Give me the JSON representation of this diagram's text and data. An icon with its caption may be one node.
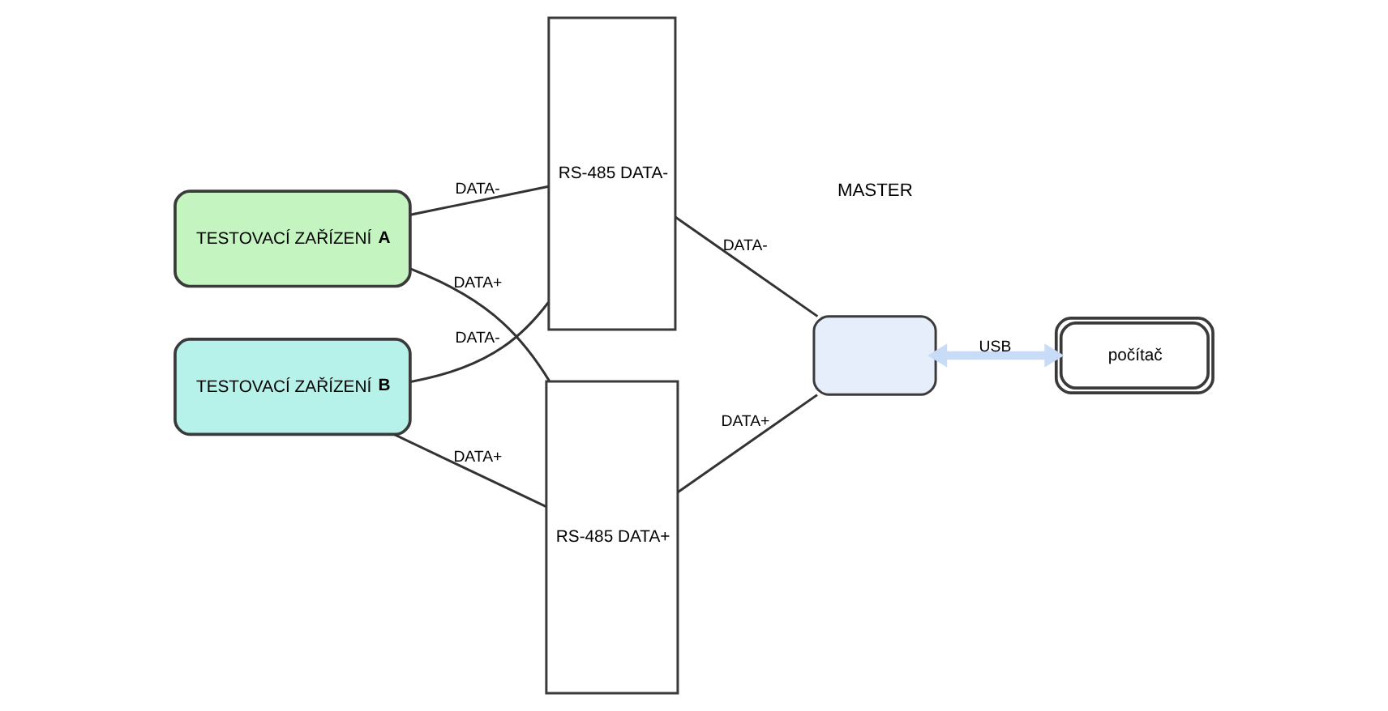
{
  "diagram": {
    "nodes": [
      {
        "text": [
          "TESTOVACÍ ZAŘÍZENÍ **A**"
        ]
      },
      {
        "text": [],
        "shape": "box"
      },
      {
        "text": [
          "počítač"
        ]
      },
      {
        "text": [
          "TESTOVACÍ ZAŘÍZENÍ **B**"
        ]
      },
      {
        "text": [
          "RS-485 DATA-"
        ]
      },
      {
        "text": [
          "RS-485 DATA+"
        ]
      }
    ],
    "edges": [
      {
        "from": 0,
        "to": 5,
        "arrow": "none",
        "label": "DATA+"
      },
      {
        "from": 0,
        "to": 4,
        "arrow": "none",
        "label": "DATA-"
      },
      {
        "from": 5,
        "to": 1,
        "arrow": "none",
        "label": "DATA+"
      },
      {
        "from": 4,
        "to": 1,
        "arrow": "none",
        "label": "DATA-"
      },
      {
        "from": 3,
        "to": 5,
        "arrow": "none",
        "label": "DATA+"
      },
      {
        "from": 3,
        "to": 4,
        "arrow": "none",
        "label": "DATA-"
      },
      {
        "from": 1,
        "to": 2,
        "arrow": "both",
        "label": "USB",
        "style": "thick",
        "color": "#c9dcf7"
      }
    ],
    "labels": [
      "MASTER"
    ]
  }
}
